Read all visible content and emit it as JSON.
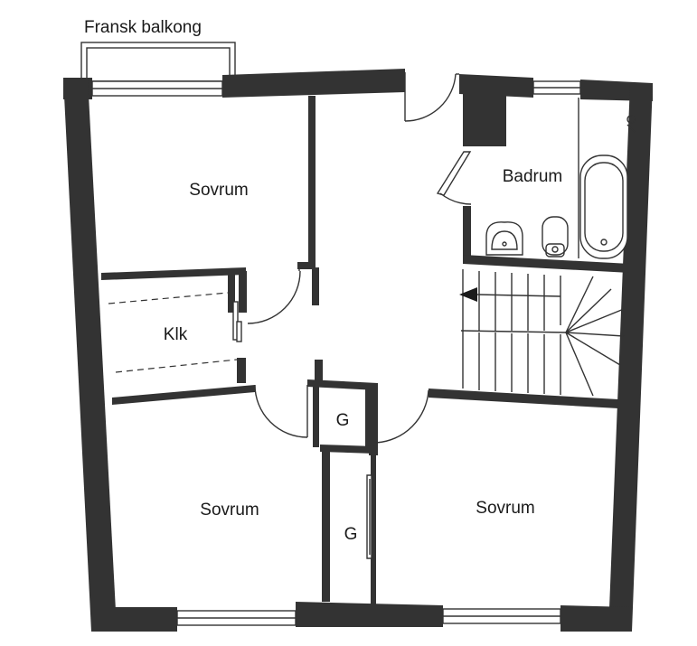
{
  "labels": {
    "balcony": "Fransk balkong",
    "bedroom_top_left": "Sovrum",
    "bathroom": "Badrum",
    "walk_in_closet": "Klk",
    "closet_small": "G",
    "closet_long": "G",
    "bedroom_bottom_left": "Sovrum",
    "bedroom_bottom_right": "Sovrum"
  },
  "colors": {
    "wall": "#333333",
    "background": "#ffffff"
  }
}
